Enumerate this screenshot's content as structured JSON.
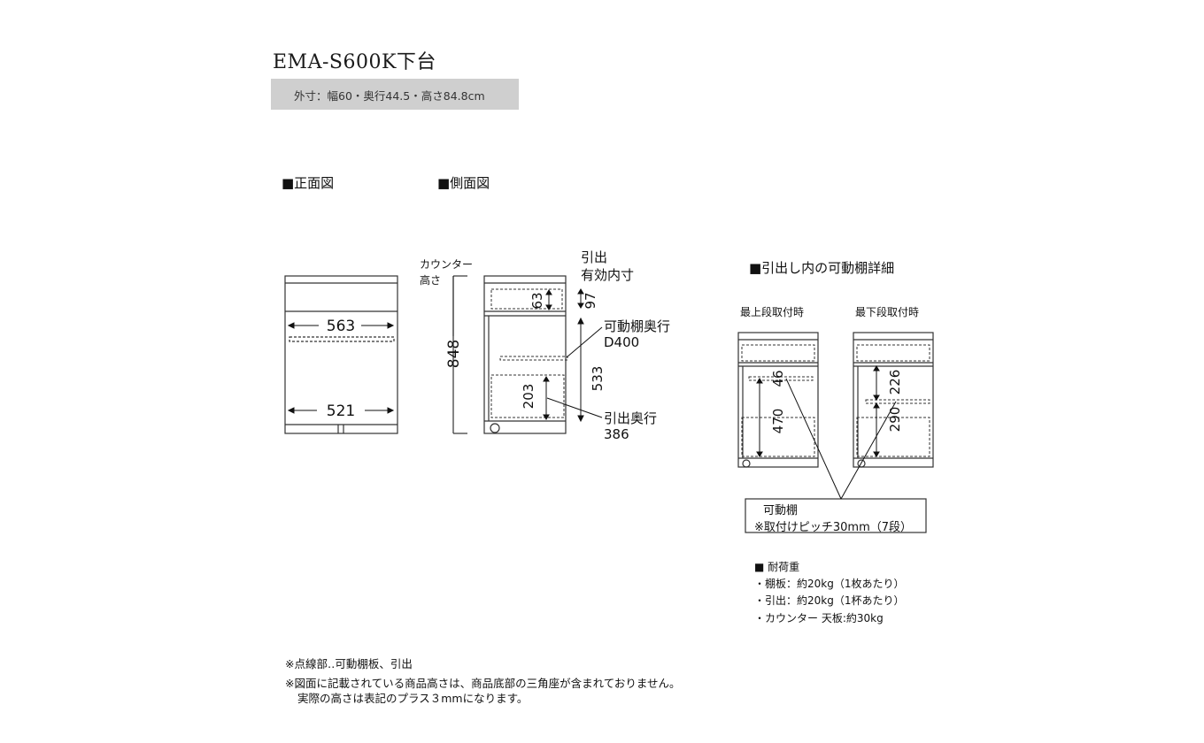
{
  "title": "EMA-S600K下台",
  "spec": "外寸：幅60・奥行44.5・高さ84.8cm",
  "sections": {
    "front": "■正面図",
    "side": "■側面図",
    "detail": "■引出し内の可動棚詳細"
  },
  "front_view": {
    "width_top": "563",
    "width_bottom": "521"
  },
  "side_view": {
    "counter_height_label": [
      "カウンター",
      "高さ"
    ],
    "counter_height": "848",
    "drawer_inner_label": [
      "引出",
      "有効内寸"
    ],
    "drawer_inner_1": "63",
    "drawer_inner_2": "97",
    "shelf_depth_label": [
      "可動棚奥行",
      "D400"
    ],
    "height_533": "533",
    "height_203": "203",
    "drawer_depth_label": [
      "引出奥行",
      "386"
    ]
  },
  "detail_views": {
    "top_label": "最上段取付時",
    "bottom_label": "最下段取付時",
    "top_dim_1": "46",
    "top_dim_2": "470",
    "bottom_dim_1": "226",
    "bottom_dim_2": "290",
    "callout_title": "可動棚",
    "callout_note": "※取付けピッチ30mm（7段）"
  },
  "load_capacity": {
    "heading": "■ 耐荷重",
    "items": [
      "・棚板：約20kg（1枚あたり）",
      "・引出：約20kg（1杯あたり）",
      "・カウンター 天板:約30kg"
    ]
  },
  "footnotes": [
    "※点線部‥可動棚板、引出",
    "※図面に記載されている商品高さは、商品底部の三角座が含まれておりません。",
    "実際の高さは表記のプラス３mmになります。"
  ]
}
